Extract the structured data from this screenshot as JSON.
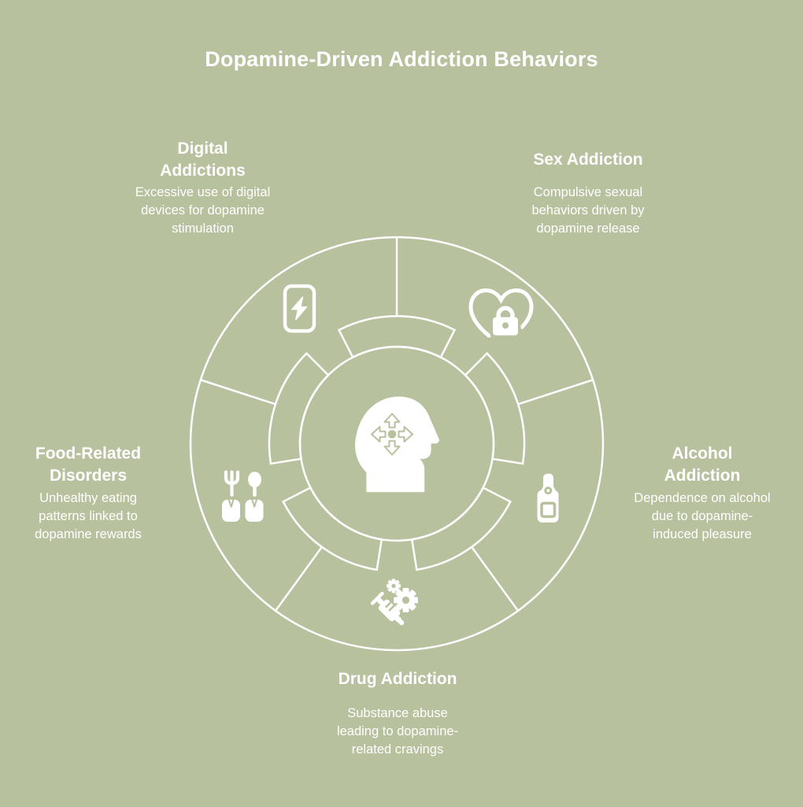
{
  "title": "Dopamine-Driven Addiction Behaviors",
  "colors": {
    "background": "#b7c19e",
    "lines": "#ffffff",
    "text": "#ffffff"
  },
  "center_icon": "head-dopamine-arrows-icon",
  "segments": [
    {
      "name": "Digital Addictions",
      "heading": "Digital\nAddictions",
      "description": "Excessive use of digital\ndevices for dopamine\nstimulation",
      "icon": "smartphone-bolt-icon"
    },
    {
      "name": "Sex Addiction",
      "heading": "Sex Addiction",
      "description": "Compulsive sexual\nbehaviors driven by\ndopamine release",
      "icon": "heart-lock-icon"
    },
    {
      "name": "Alcohol Addiction",
      "heading": "Alcohol\nAddiction",
      "description": "Dependence on alcohol\ndue to dopamine-\ninduced pleasure",
      "icon": "champagne-bottle-icon"
    },
    {
      "name": "Drug Addiction",
      "heading": "Drug Addiction",
      "description": "Substance abuse\nleading to dopamine-\nrelated cravings",
      "icon": "syringe-gears-icon"
    },
    {
      "name": "Food-Related Disorders",
      "heading": "Food-Related\nDisorders",
      "description": "Unhealthy eating\npatterns linked to\ndopamine rewards",
      "icon": "fork-spoon-hands-icon"
    }
  ]
}
